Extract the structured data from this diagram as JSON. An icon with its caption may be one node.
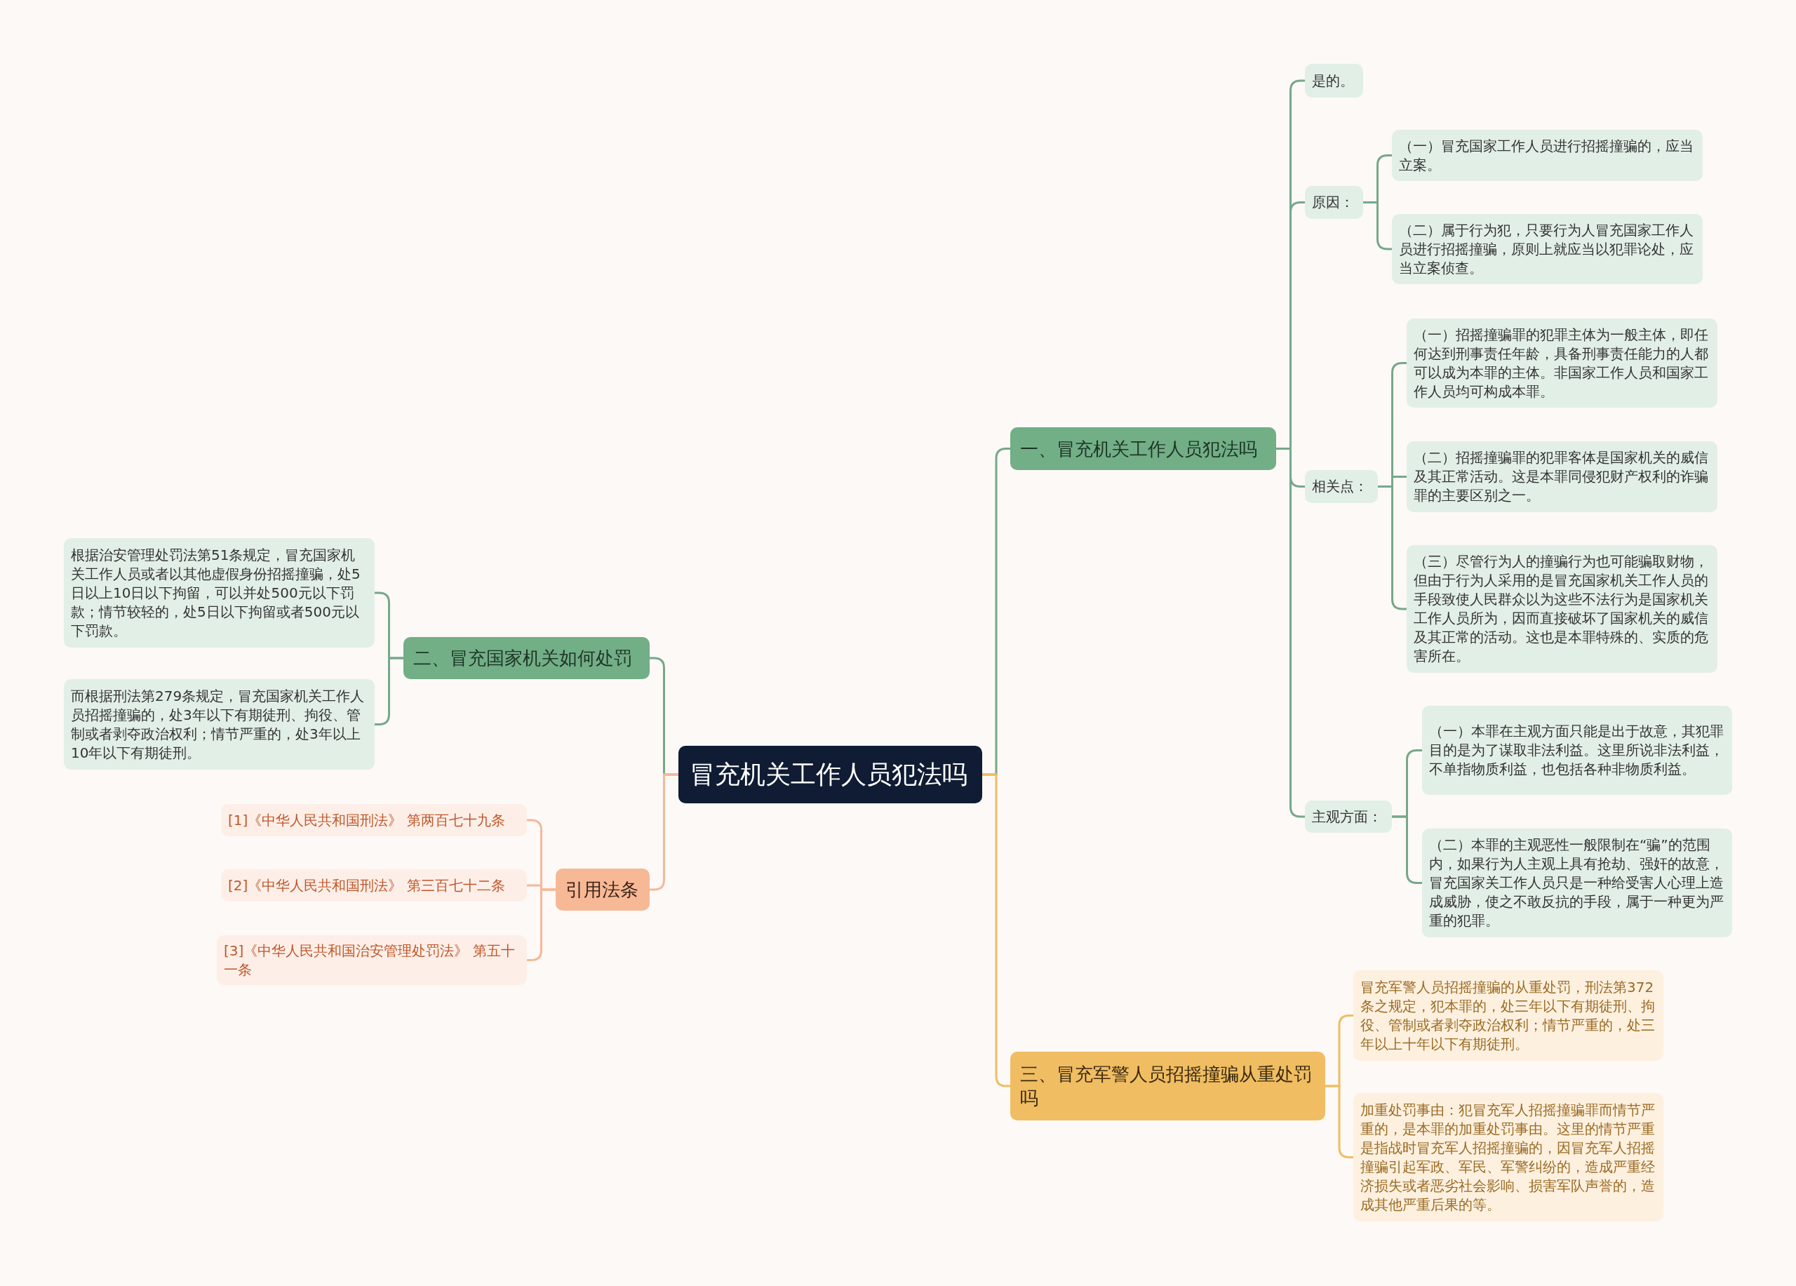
{
  "diagram": {
    "nodes": [
      {
        "text": [
          "冒充机关工作人员犯法吗"
        ]
      },
      {
        "text": [
          "一、冒充机关工作人员犯法吗"
        ]
      },
      {
        "text": [
          "是的。"
        ]
      },
      {
        "text": [
          "原因："
        ]
      },
      {
        "text": [
          "（一）冒充国家工作人员进行招摇撞骗的，应当立案。"
        ]
      },
      {
        "text": [
          "（二）属于行为犯，只要行为人冒充国家工作人员进行招摇撞骗，原则上就应当以犯罪论处，应当立案侦查。"
        ]
      },
      {
        "text": [
          "相关点："
        ]
      },
      {
        "text": [
          "（一）招摇撞骗罪的犯罪主体为一般主体，即任何达到刑事责任年龄，具备刑事责任能力的人都可以成为本罪的主体。非国家工作人员和国家工作人员均可构成本罪。"
        ]
      },
      {
        "text": [
          "（二）招摇撞骗罪的犯罪客体是国家机关的威信及其正常活动。这是本罪同侵犯财产权利的诈骗罪的主要区别之一。"
        ]
      },
      {
        "text": [
          "（三）尽管行为人的撞骗行为也可能骗取财物，但由于行为人采用的是冒充国家机关工作人员的手段致使人民群众以为这些不法行为是国家机关工作人员所为，因而直接破坏了国家机关的威信及其正常的活动。这也是本罪特殊的、实质的危害所在。"
        ]
      },
      {
        "text": [
          "主观方面："
        ]
      },
      {
        "text": [
          "（一）本罪在主观方面只能是出于故意，其犯罪目的是为了谋取非法利益。这里所说非法利益，不单指物质利益，也包括各种非物质利益。"
        ]
      },
      {
        "text": [
          "（二）本罪的主观恶性一般限制在“骗”的范围内，如果行为人主观上具有抢劫、强奸的故意，冒充国家关工作人员只是一种给受害人心理上造成威胁，使之不敢反抗的手段，属于一种更为严重的犯罪。"
        ]
      },
      {
        "text": [
          "三、冒充军警人员招摇撞骗从重处罚吗"
        ]
      },
      {
        "text": [
          "冒充军警人员招摇撞骗的从重处罚，刑法第372条之规定，犯本罪的，处三年以下有期徒刑、拘役、管制或者剥夺政治权利；情节严重的，处三年以上十年以下有期徒刑。"
        ]
      },
      {
        "text": [
          "加重处罚事由：犯冒充军人招摇撞骗罪而情节严重的，是本罪的加重处罚事由。这里的情节严重是指战时冒充军人招摇撞骗的，因冒充军人招摇撞骗引起军政、军民、军警纠纷的，造成严重经济损失或者恶劣社会影响、损害军队声誉的，造成其他严重后果的等。"
        ]
      },
      {
        "text": [
          "二、冒充国家机关如何处罚"
        ]
      },
      {
        "text": [
          "根据治安管理处罚法第51条规定，冒充国家机关工作人员或者以其他虚假身份招摇撞骗，处5日以上10日以下拘留，可以并处500元以下罚款；情节较轻的，处5日以下拘留或者500元以下罚款。"
        ]
      },
      {
        "text": [
          "而根据刑法第279条规定，冒充国家机关工作人员招摇撞骗的，处3年以下有期徒刑、拘役、管制或者剥夺政治权利；情节严重的，处3年以上10年以下有期徒刑。"
        ]
      },
      {
        "text": [
          "引用法条"
        ]
      },
      {
        "text": [
          "[1]《中华人民共和国刑法》 第两百七十九条"
        ]
      },
      {
        "text": [
          "[2]《中华人民共和国刑法》 第三百七十二条"
        ]
      },
      {
        "text": [
          "[3]《中华人民共和国治安管理处罚法》 第五十一条"
        ]
      }
    ],
    "edges": [
      {
        "from": 0,
        "to": 1,
        "arrow": "none"
      },
      {
        "from": 1,
        "to": 2,
        "arrow": "none"
      },
      {
        "from": 1,
        "to": 3,
        "arrow": "none"
      },
      {
        "from": 3,
        "to": 4,
        "arrow": "none"
      },
      {
        "from": 3,
        "to": 5,
        "arrow": "none"
      },
      {
        "from": 1,
        "to": 6,
        "arrow": "none"
      },
      {
        "from": 6,
        "to": 7,
        "arrow": "none"
      },
      {
        "from": 6,
        "to": 8,
        "arrow": "none"
      },
      {
        "from": 6,
        "to": 9,
        "arrow": "none"
      },
      {
        "from": 1,
        "to": 10,
        "arrow": "none"
      },
      {
        "from": 10,
        "to": 11,
        "arrow": "none"
      },
      {
        "from": 10,
        "to": 12,
        "arrow": "none"
      },
      {
        "from": 0,
        "to": 13,
        "arrow": "none",
        "color": "#efbd63"
      },
      {
        "from": 13,
        "to": 14,
        "arrow": "none",
        "color": "#efbd63"
      },
      {
        "from": 13,
        "to": 15,
        "arrow": "none",
        "color": "#efbd63"
      },
      {
        "from": 0,
        "to": 16,
        "arrow": "none"
      },
      {
        "from": 16,
        "to": 17,
        "arrow": "none"
      },
      {
        "from": 16,
        "to": 18,
        "arrow": "none"
      },
      {
        "from": 0,
        "to": 19,
        "arrow": "none",
        "color": "#f5b899"
      },
      {
        "from": 19,
        "to": 20,
        "arrow": "none",
        "color": "#f5b899"
      },
      {
        "from": 19,
        "to": 21,
        "arrow": "none",
        "color": "#f5b899"
      },
      {
        "from": 19,
        "to": 22,
        "arrow": "none",
        "color": "#f5b899"
      }
    ]
  }
}
